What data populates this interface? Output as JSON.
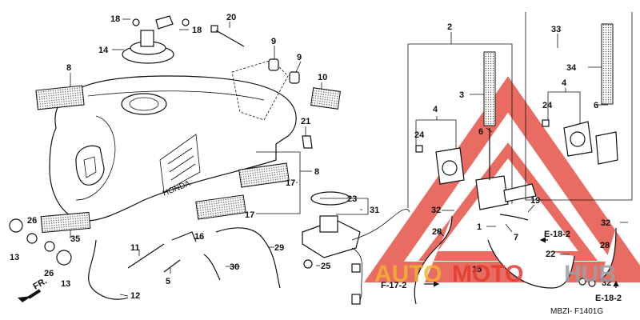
{
  "tank_logo": "HONDA",
  "callouts": {
    "c18a": "18",
    "c18b": "18",
    "c14": "14",
    "c20": "20",
    "c8a": "8",
    "c9a": "9",
    "c9b": "9",
    "c10": "10",
    "c21": "21",
    "c8b": "8",
    "c17a": "17",
    "c17b": "17",
    "c26a": "26",
    "c35": "35",
    "c13a": "13",
    "c26b": "26",
    "c13b": "13",
    "c11": "11",
    "c16": "16",
    "c5": "5",
    "c30": "30",
    "c29": "29",
    "c12": "12",
    "c23": "23",
    "c31": "31",
    "c25": "25",
    "c2": "2",
    "c3": "3",
    "c4a": "4",
    "c6a": "6",
    "c24a": "24",
    "c32a": "32",
    "c28a": "28",
    "c1": "1",
    "c7": "7",
    "c19": "19",
    "c22": "22",
    "c15": "15",
    "c33": "33",
    "c34": "34",
    "c4b": "4",
    "c24b": "24",
    "c6b": "6",
    "c32b": "32",
    "c28b": "28",
    "c32c": "32"
  },
  "refs": {
    "e18_a": "E-18-2",
    "e18_b": "E-18-2",
    "f17": "F-17-2"
  },
  "front_label": "FR.",
  "diagram_code": "MBZI- F1401G",
  "watermark": {
    "part1": "AUTO",
    "part2": "MOTO",
    "part3": "HUB"
  },
  "colors": {
    "watermark_red": "#e23b2e",
    "watermark_yellow": "#f2b233",
    "watermark_gray": "#9aa0a6"
  }
}
